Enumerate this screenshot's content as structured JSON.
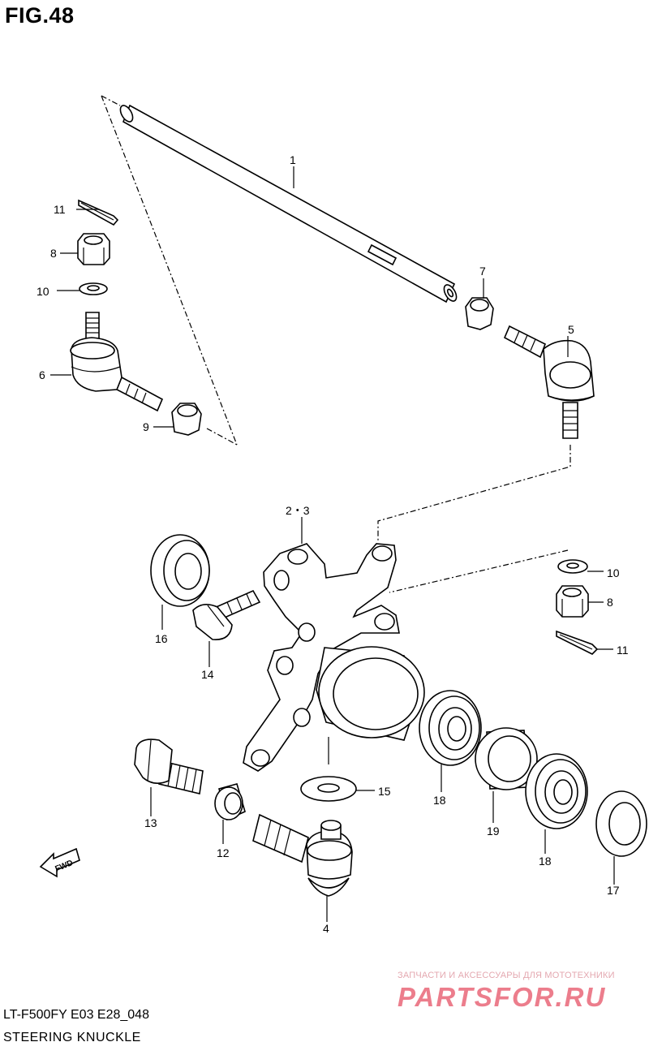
{
  "figure": {
    "title": "FIG.48",
    "code": "LT-F500FY E03 E28_048",
    "name": "STEERING KNUCKLE"
  },
  "callouts": {
    "c1": "1",
    "c23": "2・3",
    "c4": "4",
    "c5": "5",
    "c6": "6",
    "c7": "7",
    "c8a": "8",
    "c8b": "8",
    "c9": "9",
    "c10a": "10",
    "c10b": "10",
    "c11a": "11",
    "c11b": "11",
    "c12": "12",
    "c13": "13",
    "c14": "14",
    "c15": "15",
    "c16": "16",
    "c17": "17",
    "c18a": "18",
    "c18b": "18",
    "c19": "19"
  },
  "fwd_label": "FWD",
  "watermark": {
    "line": "ЗАПЧАСТИ И АКСЕССУАРЫ ДЛЯ МОТОТЕХНИКИ",
    "logo": "PARTSFOR.RU"
  }
}
